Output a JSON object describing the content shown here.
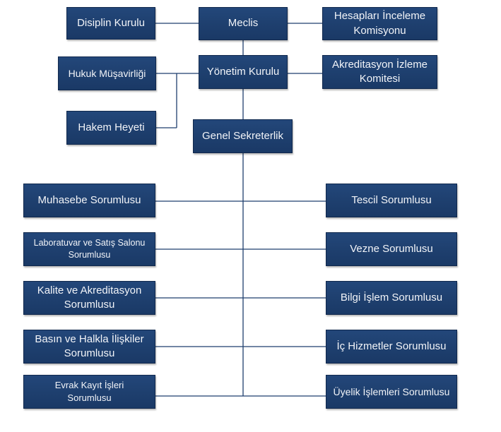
{
  "colors": {
    "box": "#1e3f6e",
    "text": "#f2f4f8",
    "line": "#1f3f6e"
  },
  "org": {
    "meclis": "Meclis",
    "disiplin": "Disiplin Kurulu",
    "hesaplari": "Hesapları İnceleme\nKomisyonu",
    "yonetim": "Yönetim Kurulu",
    "hukuk": "Hukuk Müşavirliği",
    "akreditasyon_izleme": "Akreditasyon İzleme\nKomitesi",
    "hakem": "Hakem Heyeti",
    "genel_sekreterlik": "Genel Sekreterlik",
    "left": [
      "Muhasebe Sorumlusu",
      "Laboratuvar ve Satış Salonu\nSorumlusu",
      "Kalite ve Akreditasyon\nSorumlusu",
      "Basın ve Halkla İlişkiler\nSorumlusu",
      "Evrak Kayıt İşleri\nSorumlusu"
    ],
    "right": [
      "Tescil Sorumlusu",
      "Vezne Sorumlusu",
      "Bilgi İşlem Sorumlusu",
      "İç Hizmetler Sorumlusu",
      "Üyelik İşlemleri Sorumlusu"
    ]
  }
}
